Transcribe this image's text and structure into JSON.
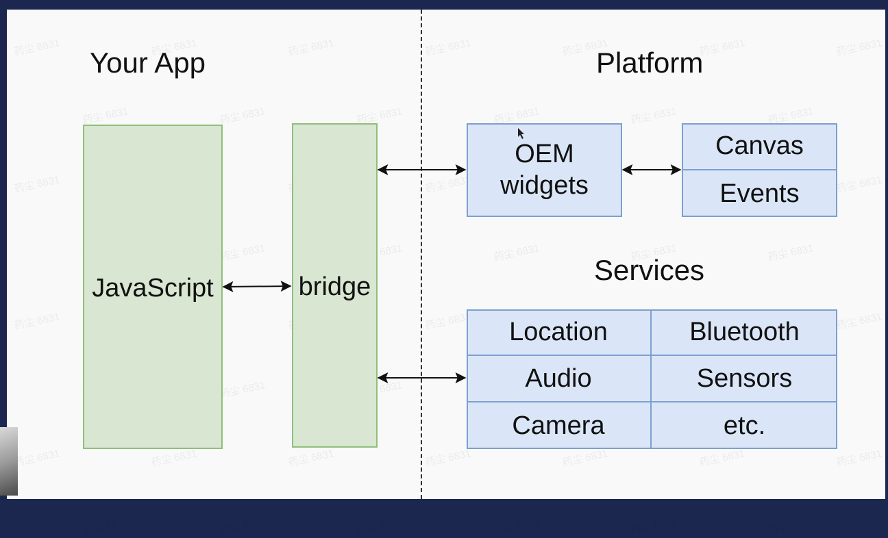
{
  "headings": {
    "your_app": "Your App",
    "platform": "Platform",
    "services": "Services"
  },
  "app": {
    "javascript": "JavaScript",
    "bridge": "bridge"
  },
  "platform": {
    "oem_widgets": "OEM\nwidgets",
    "canvas": "Canvas",
    "events": "Events"
  },
  "services": [
    [
      "Location",
      "Bluetooth"
    ],
    [
      "Audio",
      "Sensors"
    ],
    [
      "Camera",
      "etc."
    ]
  ],
  "watermark_text": "药尘 6831",
  "colors": {
    "app_fill": "#d8e6d2",
    "app_border": "#8fbf7a",
    "platform_fill": "#dae6f7",
    "platform_border": "#7d9fcf"
  }
}
